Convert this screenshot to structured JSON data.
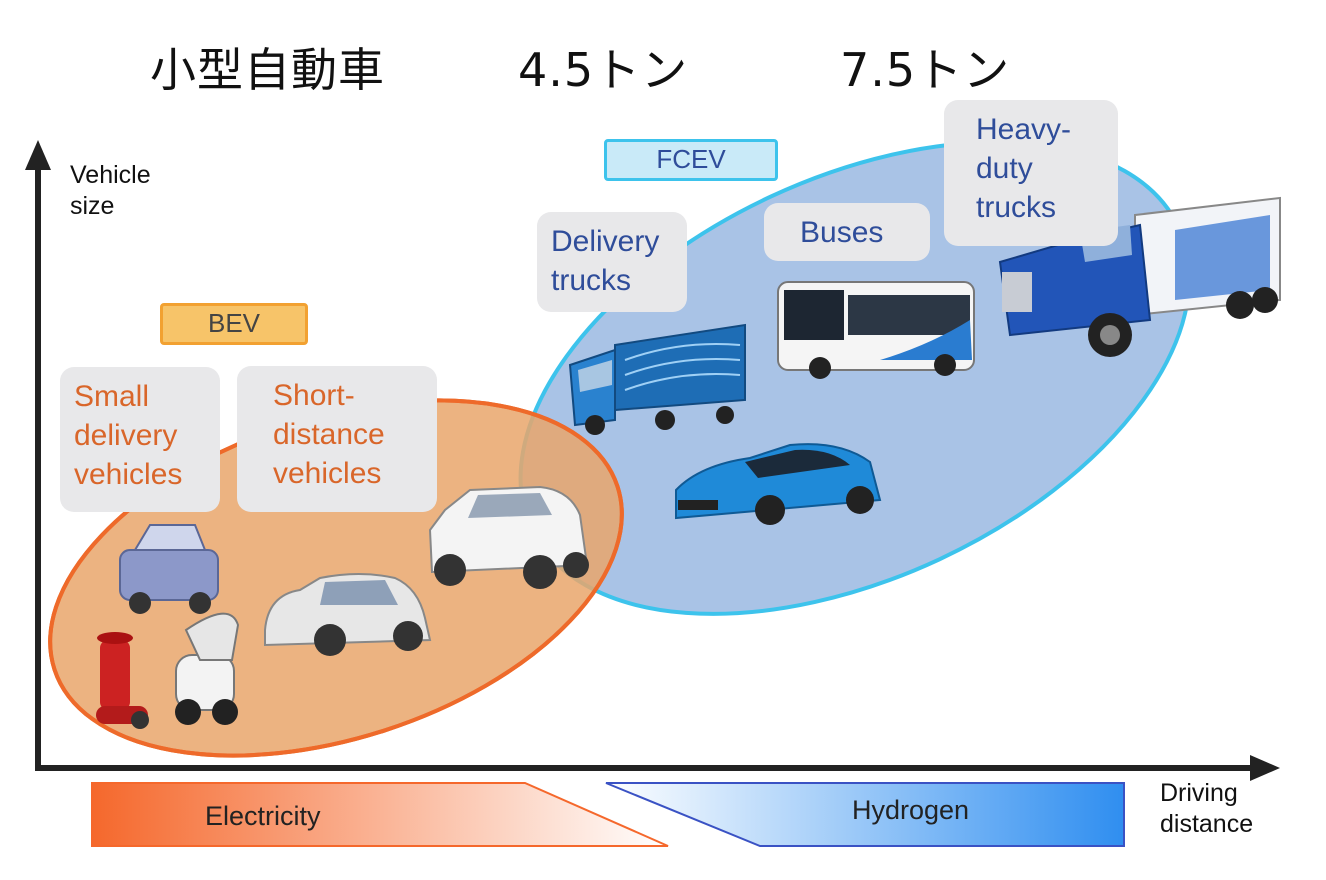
{
  "header": {
    "labels": [
      "小型自動車",
      "4.5トン",
      "7.5トン"
    ]
  },
  "axes": {
    "y_label": "Vehicle\nsize",
    "x_label": "Driving\ndistance"
  },
  "groups": {
    "bev": {
      "tag": "BEV",
      "color": "#e9a66b",
      "categories": [
        "Small\ndelivery\nvehicles",
        "Short-\ndistance\nvehicles"
      ]
    },
    "fcev": {
      "tag": "FCEV",
      "color": "#a9c3e6",
      "categories": [
        "Delivery\ntrucks",
        "Buses",
        "Heavy-\nduty\ntrucks"
      ]
    }
  },
  "energy": {
    "electricity": {
      "label": "Electricity",
      "color": "#f5682c"
    },
    "hydrogen": {
      "label": "Hydrogen",
      "color": "#2f8ef0"
    }
  },
  "vehicles": [
    "micro-ev-cart-icon",
    "personal-mobility-red-icon",
    "personal-mobility-white-icon",
    "compact-car-icon",
    "suv-icon",
    "delivery-truck-icon",
    "bus-icon",
    "fuel-cell-sedan-icon",
    "heavy-duty-truck-icon"
  ]
}
